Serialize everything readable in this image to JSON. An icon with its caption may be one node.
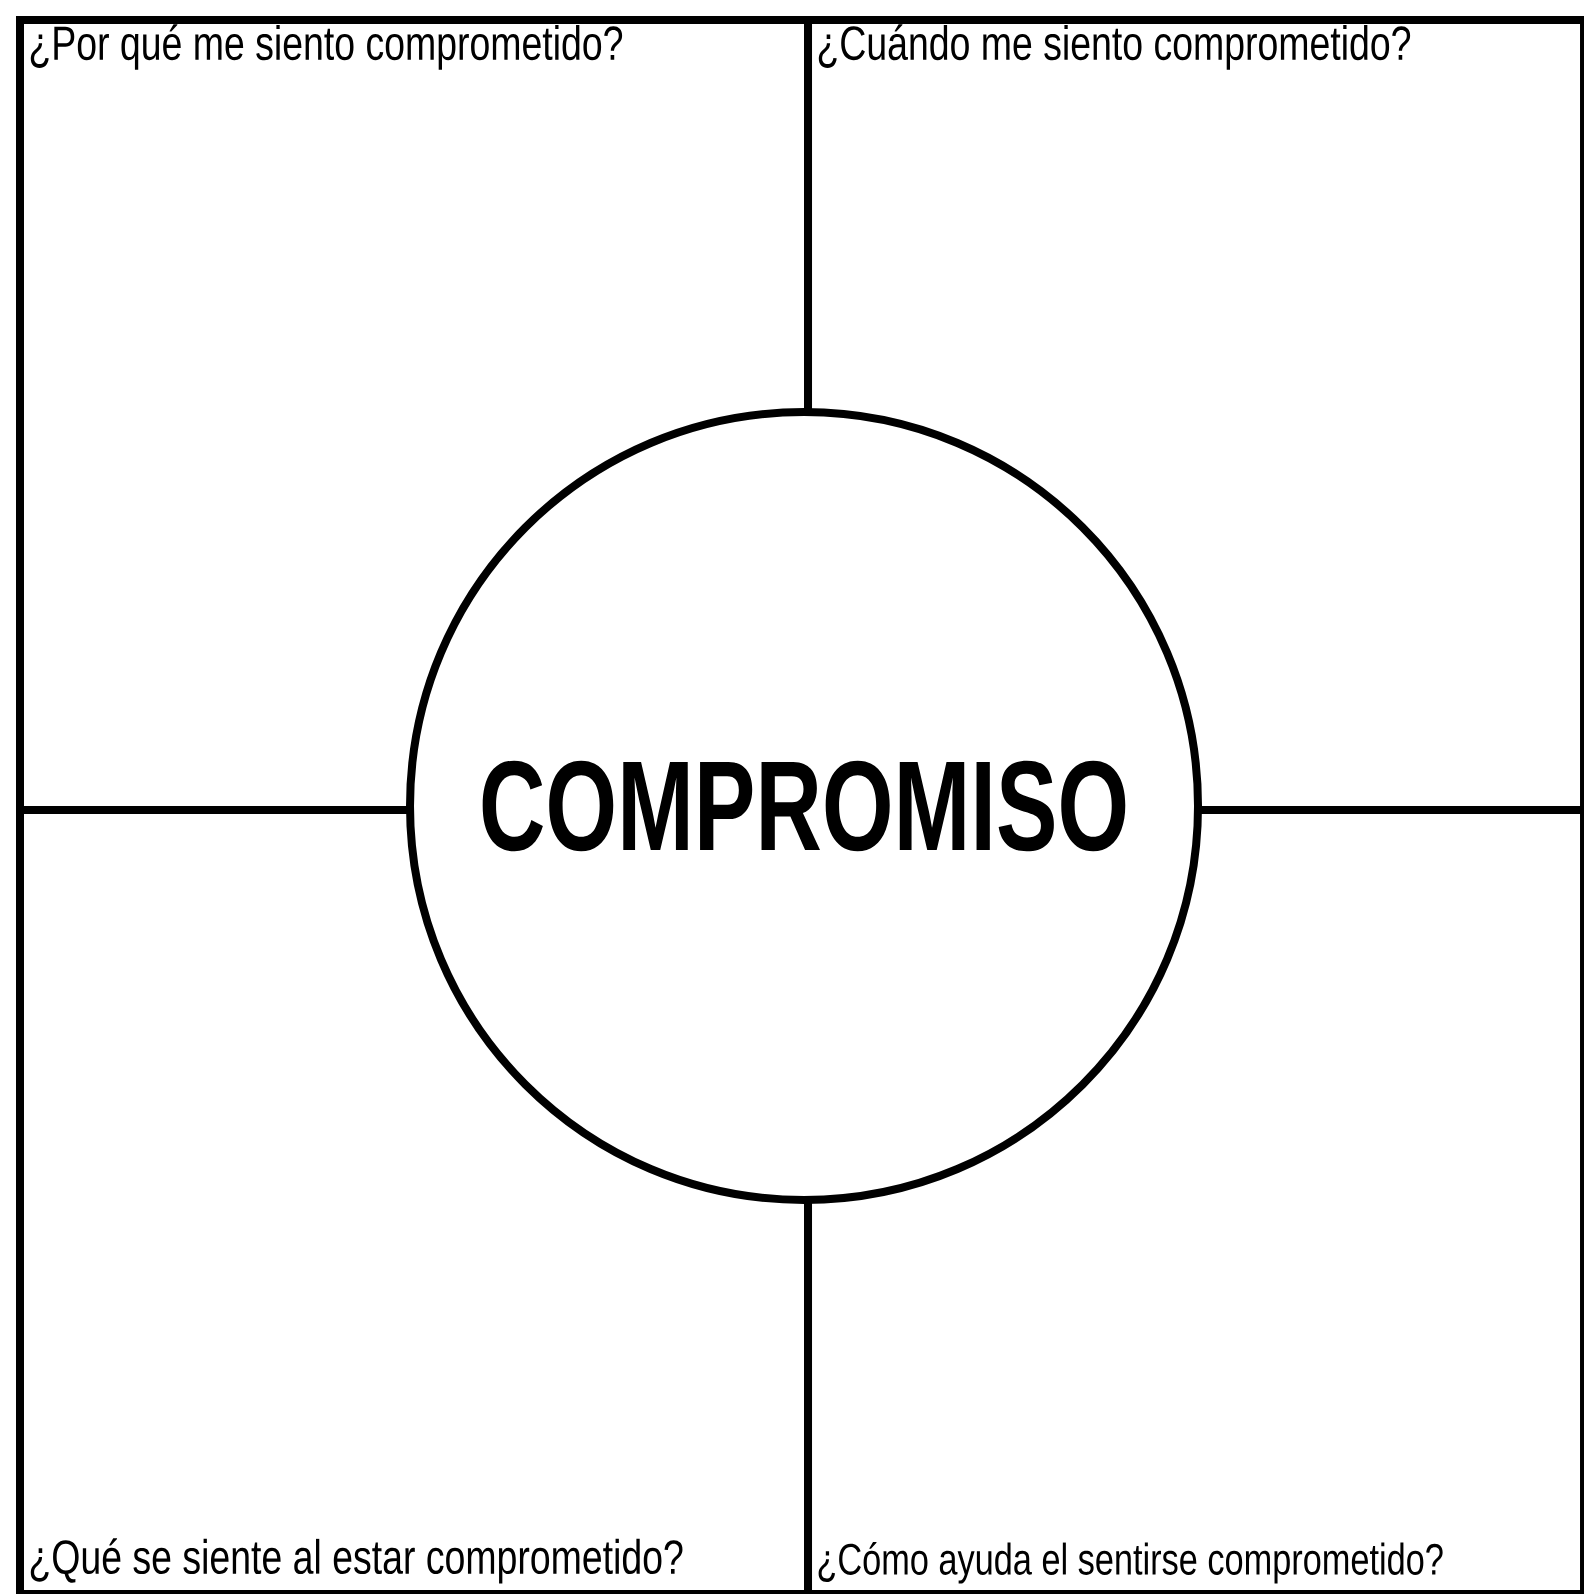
{
  "diagram": {
    "nodes": [
      {
        "text": [
          "¿Por qué me siento comprometido?"
        ]
      },
      {
        "text": [
          "¿Cuándo me siento comprometido?"
        ]
      },
      {
        "text": [
          "¿Qué se siente al estar comprometido?"
        ]
      },
      {
        "text": [
          "¿Cómo ayuda el sentirse comprometido?"
        ]
      },
      {
        "text": [
          "COMPROMISO"
        ]
      }
    ]
  }
}
